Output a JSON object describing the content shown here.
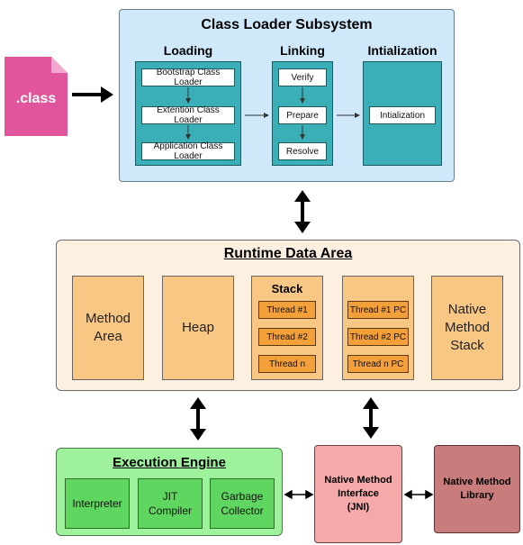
{
  "file_icon": {
    "label": ".class"
  },
  "class_loader": {
    "title": "Class Loader Subsystem",
    "loading": {
      "heading": "Loading",
      "steps": [
        "Bootstrap Class Loader",
        "Extention Class Loader",
        "Application Class Loader"
      ]
    },
    "linking": {
      "heading": "Linking",
      "steps": [
        "Verify",
        "Prepare",
        "Resolve"
      ]
    },
    "initialization": {
      "heading": "Intialization",
      "step": "Intialization"
    }
  },
  "runtime_data_area": {
    "title": "Runtime Data Area",
    "method_area": [
      "Method",
      "Area"
    ],
    "heap": "Heap",
    "stack": {
      "heading": "Stack",
      "items": [
        "Thread #1",
        "Thread #2",
        "Thread n"
      ]
    },
    "pc": {
      "items": [
        "Thread #1 PC",
        "Thread #2 PC",
        "Thread n PC"
      ]
    },
    "native_method_stack": [
      "Native",
      "Method",
      "Stack"
    ]
  },
  "execution_engine": {
    "title": "Execution Engine",
    "interpreter": "Interpreter",
    "jit": [
      "JIT",
      "Compiler"
    ],
    "gc": [
      "Garbage",
      "Collector"
    ]
  },
  "jni": [
    "Native Method",
    "Interface",
    "(JNI)"
  ],
  "native_library": [
    "Native Method",
    "Library"
  ],
  "colors": {
    "class_icon": "#e0559c",
    "class_loader_bg": "#cfe9fb",
    "teal": "#3aafb8",
    "runtime_bg": "#fdf0e0",
    "orange": "#f9c784",
    "thread": "#f4a03a",
    "engine_bg": "#9ef29c",
    "engine_item": "#5fd65f",
    "jni": "#f5a9a9",
    "native_library": "#c97c7c"
  }
}
